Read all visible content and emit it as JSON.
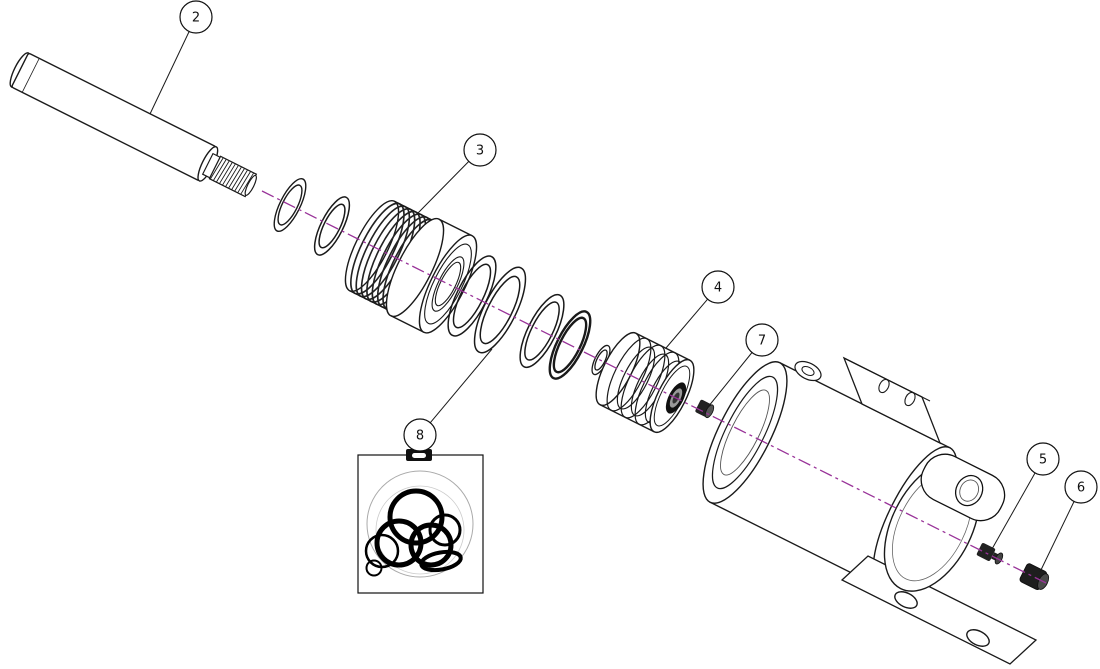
{
  "diagram": {
    "callouts": [
      {
        "label": "2"
      },
      {
        "label": "3"
      },
      {
        "label": "4"
      },
      {
        "label": "5"
      },
      {
        "label": "6"
      },
      {
        "label": "7"
      },
      {
        "label": "8"
      }
    ],
    "colors": {
      "line": "#1a1a1a",
      "centerline": "#993399",
      "background": "#ffffff"
    }
  }
}
